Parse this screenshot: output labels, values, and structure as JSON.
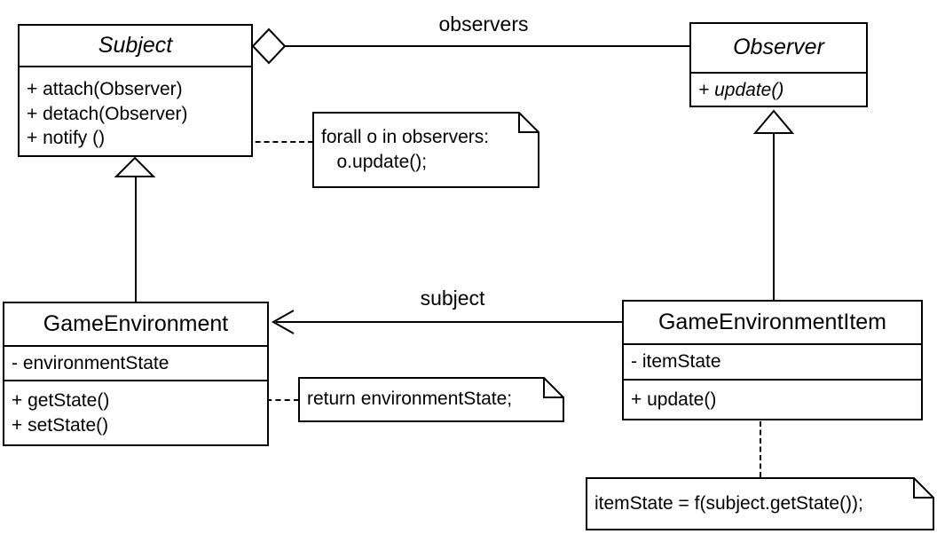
{
  "diagram": {
    "title": "Observer pattern UML class diagram",
    "stroke_color": "#000000",
    "background_color": "#ffffff"
  },
  "classes": [
    {
      "id": "subject",
      "name": "Subject",
      "abstract": true,
      "attributes": [],
      "operations": [
        "+ attach(Observer)",
        "+ detach(Observer)",
        "+ notify ()"
      ]
    },
    {
      "id": "observer",
      "name": "Observer",
      "abstract": true,
      "attributes": [],
      "operations": [
        "+ update()"
      ]
    },
    {
      "id": "game-environment",
      "name": "GameEnvironment",
      "abstract": false,
      "attributes": [
        "- environmentState"
      ],
      "operations": [
        "+ getState()",
        "+ setState()"
      ]
    },
    {
      "id": "game-environment-item",
      "name": "GameEnvironmentItem",
      "abstract": false,
      "attributes": [
        "- itemState"
      ],
      "operations": [
        "+ update()"
      ]
    }
  ],
  "edge_labels": {
    "observers": "observers",
    "subject": "subject"
  },
  "notes": [
    {
      "id": "note-notify",
      "lines": [
        "forall o in observers:",
        "   o.update();"
      ],
      "attached_to": "+ notify ()"
    },
    {
      "id": "note-getstate",
      "lines": [
        "return environmentState;"
      ],
      "attached_to": "+ getState()"
    },
    {
      "id": "note-update",
      "lines": [
        "itemState = f(subject.getState());"
      ],
      "attached_to": "+ update()"
    }
  ],
  "relationships": [
    {
      "id": "aggregation-subject-observer",
      "type": "aggregation",
      "from": "Subject",
      "to": "Observer",
      "label": "observers"
    },
    {
      "id": "generalization-gameenvironment-subject",
      "type": "generalization",
      "from": "GameEnvironment",
      "to": "Subject"
    },
    {
      "id": "generalization-gameenvironmentitem-observer",
      "type": "generalization",
      "from": "GameEnvironmentItem",
      "to": "Observer"
    },
    {
      "id": "association-item-environment",
      "type": "association",
      "from": "GameEnvironmentItem",
      "to": "GameEnvironment",
      "label": "subject"
    }
  ]
}
